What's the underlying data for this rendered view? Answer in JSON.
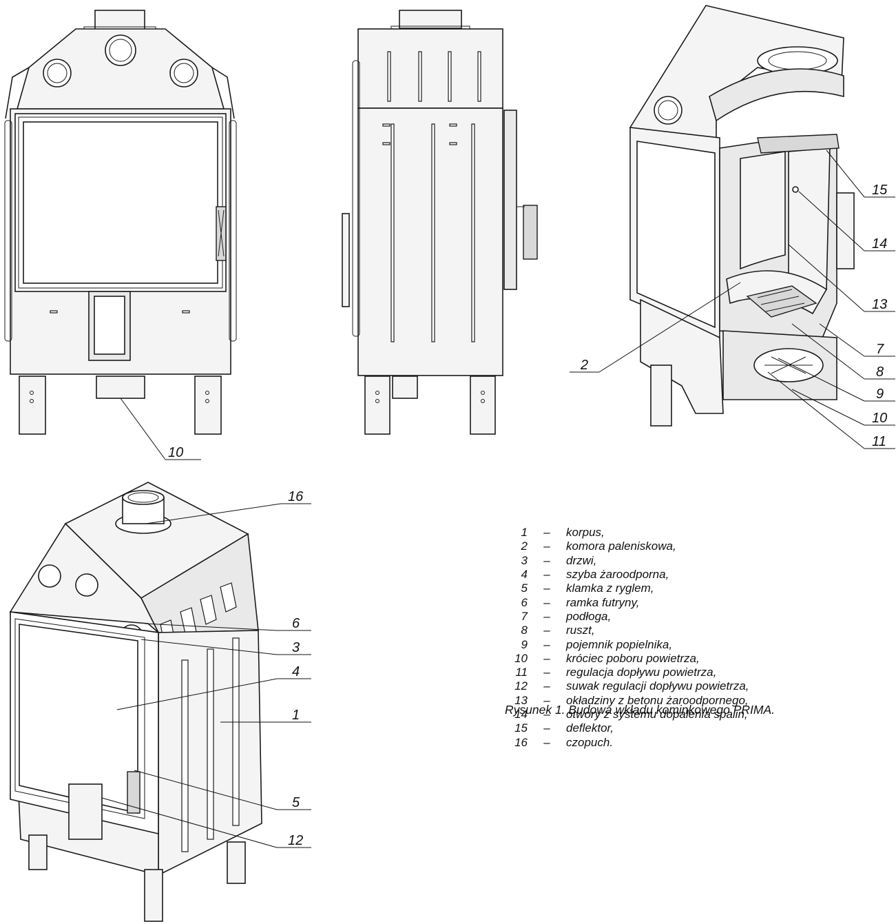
{
  "callouts": {
    "front_10": "10",
    "c15": "15",
    "c14": "14",
    "c13": "13",
    "c7": "7",
    "c8": "8",
    "c9": "9",
    "c10": "10",
    "c11": "11",
    "c2": "2",
    "c16": "16",
    "c6": "6",
    "c3": "3",
    "c4": "4",
    "c1": "1",
    "c5": "5",
    "c12": "12"
  },
  "legend": [
    {
      "num": "1",
      "dash": "–",
      "text": "korpus,"
    },
    {
      "num": "2",
      "dash": "–",
      "text": "komora paleniskowa,"
    },
    {
      "num": "3",
      "dash": "–",
      "text": "drzwi,"
    },
    {
      "num": "4",
      "dash": "–",
      "text": "szyba żaroodporna,"
    },
    {
      "num": "5",
      "dash": "–",
      "text": "klamka z ryglem,"
    },
    {
      "num": "6",
      "dash": "–",
      "text": "ramka futryny,"
    },
    {
      "num": "7",
      "dash": "–",
      "text": "podłoga,"
    },
    {
      "num": "8",
      "dash": "–",
      "text": "ruszt,"
    },
    {
      "num": "9",
      "dash": "–",
      "text": "pojemnik popielnika,"
    },
    {
      "num": "10",
      "dash": "–",
      "text": "króciec poboru powietrza,"
    },
    {
      "num": "11",
      "dash": "–",
      "text": "regulacja dopływu powietrza,"
    },
    {
      "num": "12",
      "dash": "–",
      "text": "suwak regulacji dopływu powietrza,"
    },
    {
      "num": "13",
      "dash": "–",
      "text": "okładziny z betonu żaroodpornego,"
    },
    {
      "num": "14",
      "dash": "–",
      "text": "otwory z systemu dopalenia spalin,"
    },
    {
      "num": "15",
      "dash": "–",
      "text": "deflektor,"
    },
    {
      "num": "16",
      "dash": "–",
      "text": "czopuch."
    }
  ],
  "caption": "Rysunek 1. Budowa wkładu kominkowego PRIMA."
}
